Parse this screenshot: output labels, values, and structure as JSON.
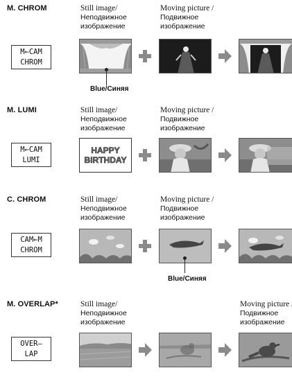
{
  "sections": [
    {
      "title": "M. CHROM",
      "lcd": [
        "M←CAM",
        "CHROM"
      ],
      "col1": [
        "Still image/",
        "Неподвижное",
        "изображение"
      ],
      "col2": [
        "Moving picture /",
        "Подвижное",
        "изображение"
      ],
      "caption": "Blue/Синяя"
    },
    {
      "title": "M. LUMI",
      "lcd": [
        "M←CAM",
        "LUMI"
      ],
      "col1": [
        "Still image/",
        "Неподвижное",
        "изображение"
      ],
      "col2": [
        "Moving picture /",
        "Подвижное",
        "изображение"
      ],
      "card_text": [
        "HAPPY",
        "BIRTHDAY"
      ]
    },
    {
      "title": "C. CHROM",
      "lcd": [
        "CAM←M",
        "CHROM"
      ],
      "col1": [
        "Still image/",
        "Неподвижное",
        "изображение"
      ],
      "col2": [
        "Moving picture /",
        "Подвижное",
        "изображение"
      ],
      "caption": "Blue/Синяя"
    },
    {
      "title": "M. OVERLAP*",
      "lcd": [
        "OVER–",
        "LAP"
      ],
      "col1": [
        "Still image/",
        "Неподвижное",
        "изображение"
      ],
      "col3": [
        "Moving picture /",
        "Подвижное",
        "изображение"
      ]
    }
  ],
  "colors": {
    "operator": "#8a8a8a",
    "ink": "#111111"
  }
}
